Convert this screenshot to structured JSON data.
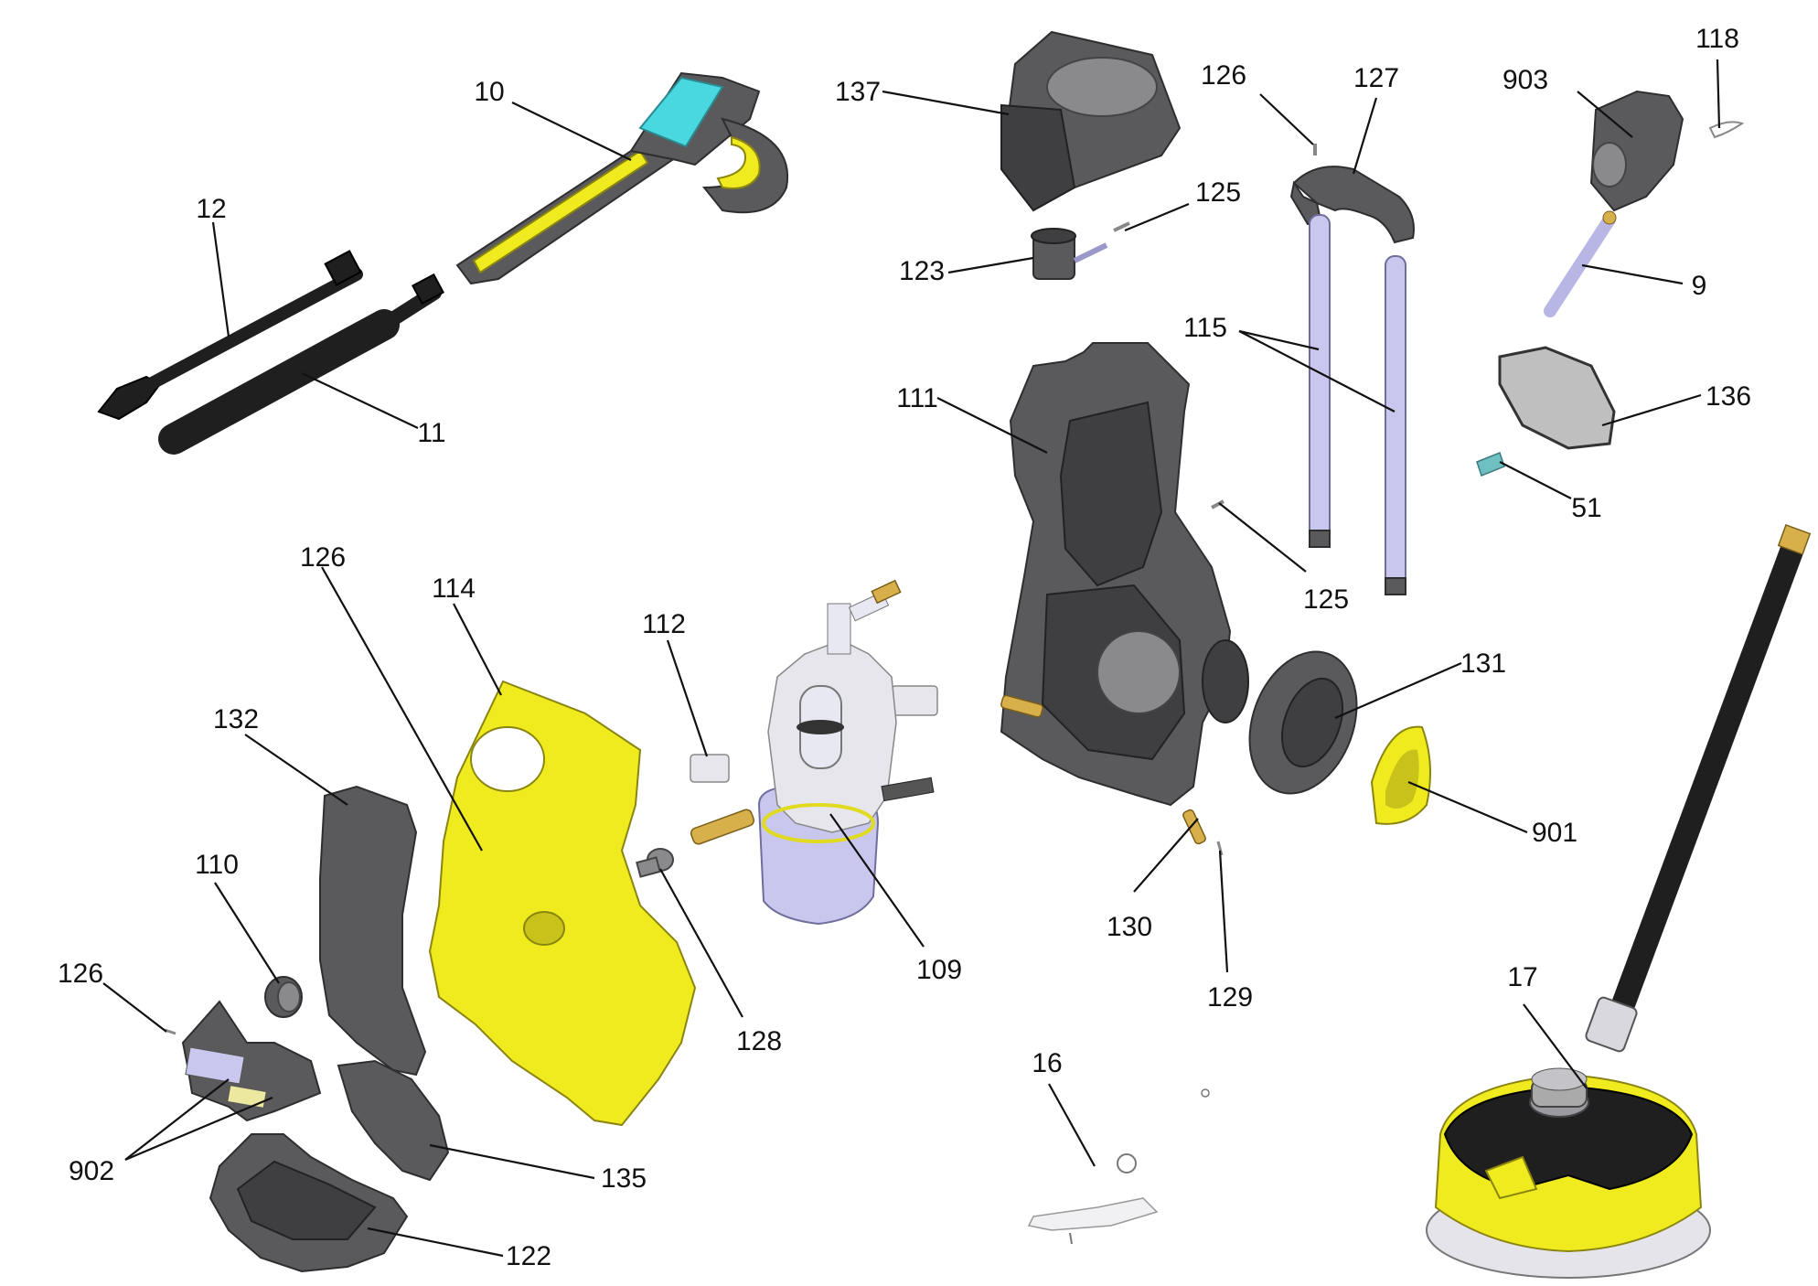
{
  "labels": {
    "p10": "10",
    "p11": "11",
    "p12": "12",
    "p137": "137",
    "p123": "123",
    "p125a": "125",
    "p125b": "125",
    "p126a": "126",
    "p127": "127",
    "p903": "903",
    "p118": "118",
    "p9": "9",
    "p115": "115",
    "p111": "111",
    "p136": "136",
    "p51": "51",
    "p126b": "126",
    "p114": "114",
    "p112": "112",
    "p132": "132",
    "p110": "110",
    "p126c": "126",
    "p902": "902",
    "p135": "135",
    "p122": "122",
    "p128": "128",
    "p109": "109",
    "p131": "131",
    "p901": "901",
    "p130": "130",
    "p129": "129",
    "p16": "16",
    "p17": "17"
  },
  "colors": {
    "body_yellow": "#f0eb1e",
    "housing_gray": "#5a5a5c",
    "frame_lavender": "#c9c7ee",
    "display_cyan": "#49d8e0",
    "leader_black": "#111111"
  }
}
